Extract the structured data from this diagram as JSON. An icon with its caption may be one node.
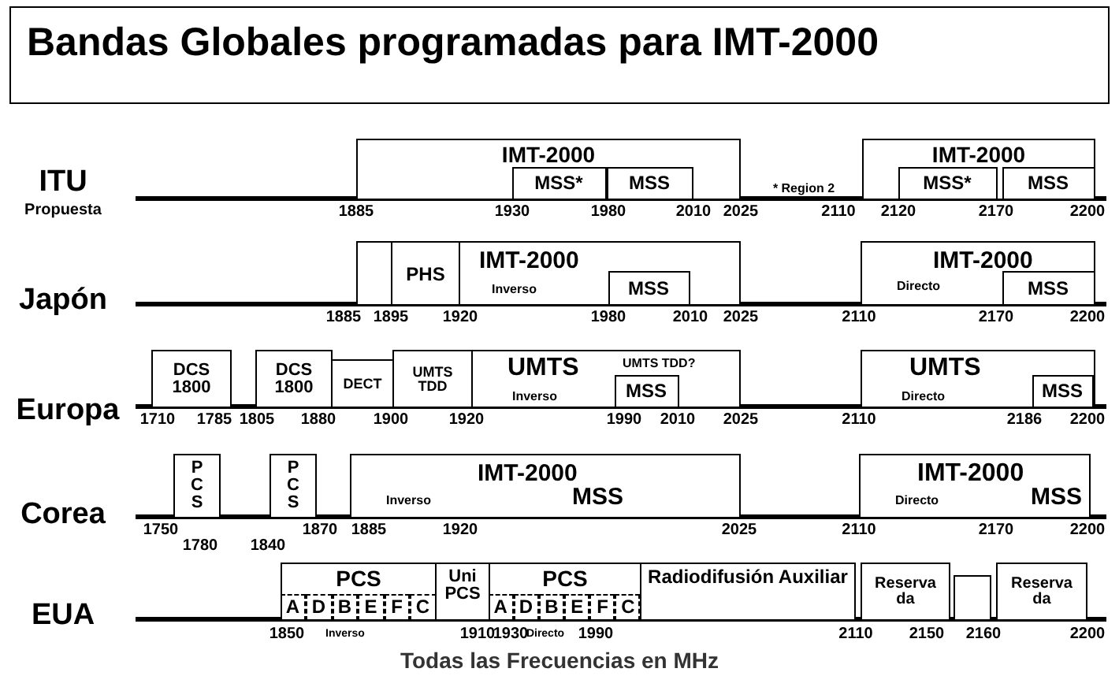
{
  "diagram": {
    "title": "Bandas Globales programadas para IMT-2000",
    "caption": "Todas las Frecuencias en MHz",
    "nodes": [
      {
        "text": [
          "IMT-2000"
        ]
      },
      {
        "text": [
          "MSS*"
        ],
        "in": 0
      },
      {
        "text": [
          "MSS"
        ],
        "in": 0
      },
      {
        "text": [
          "IMT-2000"
        ]
      },
      {
        "text": [
          "MSS*"
        ],
        "in": 3
      },
      {
        "text": [
          "MSS"
        ],
        "in": 3
      },
      {
        "text": [],
        "shape": "box"
      },
      {
        "text": [
          "PHS"
        ]
      },
      {
        "text": [
          "IMT-2000",
          "Inverso"
        ]
      },
      {
        "text": [
          "MSS"
        ],
        "in": 8
      },
      {
        "text": [
          "IMT-2000",
          "Directo"
        ]
      },
      {
        "text": [
          "MSS"
        ],
        "in": 10
      },
      {
        "text": [
          "DCS 1800"
        ]
      },
      {
        "text": [
          "DCS 1800"
        ]
      },
      {
        "text": [
          "DECT"
        ]
      },
      {
        "text": [
          "UMTS TDD"
        ]
      },
      {
        "text": [
          "UMTS",
          "Inverso",
          "UMTS TDD?"
        ]
      },
      {
        "text": [
          "MSS"
        ],
        "in": 16
      },
      {
        "text": [
          "UMTS",
          "Directo"
        ]
      },
      {
        "text": [
          "MSS"
        ],
        "in": 18
      },
      {
        "text": [
          "P C S"
        ]
      },
      {
        "text": [
          "P C S"
        ]
      },
      {
        "text": [
          "IMT-2000",
          "Inverso",
          "MSS"
        ]
      },
      {
        "text": [
          "IMT-2000",
          "Directo",
          "MSS"
        ]
      },
      {
        "text": [
          "PCS"
        ]
      },
      {
        "text": [
          "A"
        ],
        "in": 24
      },
      {
        "text": [
          "D"
        ],
        "in": 24
      },
      {
        "text": [
          "B"
        ],
        "in": 24
      },
      {
        "text": [
          "E"
        ],
        "in": 24
      },
      {
        "text": [
          "F"
        ],
        "in": 24
      },
      {
        "text": [
          "C"
        ],
        "in": 24
      },
      {
        "text": [
          "Uni PCS"
        ]
      },
      {
        "text": [
          "PCS"
        ]
      },
      {
        "text": [
          "A"
        ],
        "in": 32
      },
      {
        "text": [
          "D"
        ],
        "in": 32
      },
      {
        "text": [
          "B"
        ],
        "in": 32
      },
      {
        "text": [
          "E"
        ],
        "in": 32
      },
      {
        "text": [
          "F"
        ],
        "in": 32
      },
      {
        "text": [
          "C"
        ],
        "in": 32
      },
      {
        "text": [
          "Radiodifusión Auxiliar"
        ]
      },
      {
        "text": [
          "Reserva da"
        ]
      },
      {
        "text": [],
        "shape": "box"
      },
      {
        "text": [
          "Reserva da"
        ]
      }
    ],
    "labels": [
      "ITU",
      "Propuesta",
      "* Region 2",
      "1885",
      "1930",
      "1980",
      "2010",
      "2025",
      "2110",
      "2120",
      "2170",
      "2200",
      "Japón",
      "1885",
      "1895",
      "1920",
      "1980",
      "2010",
      "2025",
      "2110",
      "2170",
      "2200",
      "Europa",
      "1710",
      "1785",
      "1805",
      "1880",
      "1900",
      "1920",
      "1990",
      "2010",
      "2025",
      "2110",
      "2186",
      "2200",
      "Corea",
      "1750",
      "1780",
      "1840",
      "1870",
      "1885",
      "1920",
      "2025",
      "2110",
      "2170",
      "2200",
      "EUA",
      "1850",
      "Inverso",
      "1910",
      "1930",
      "Directo",
      "1990",
      "2110",
      "2150",
      "2160",
      "2200"
    ]
  }
}
